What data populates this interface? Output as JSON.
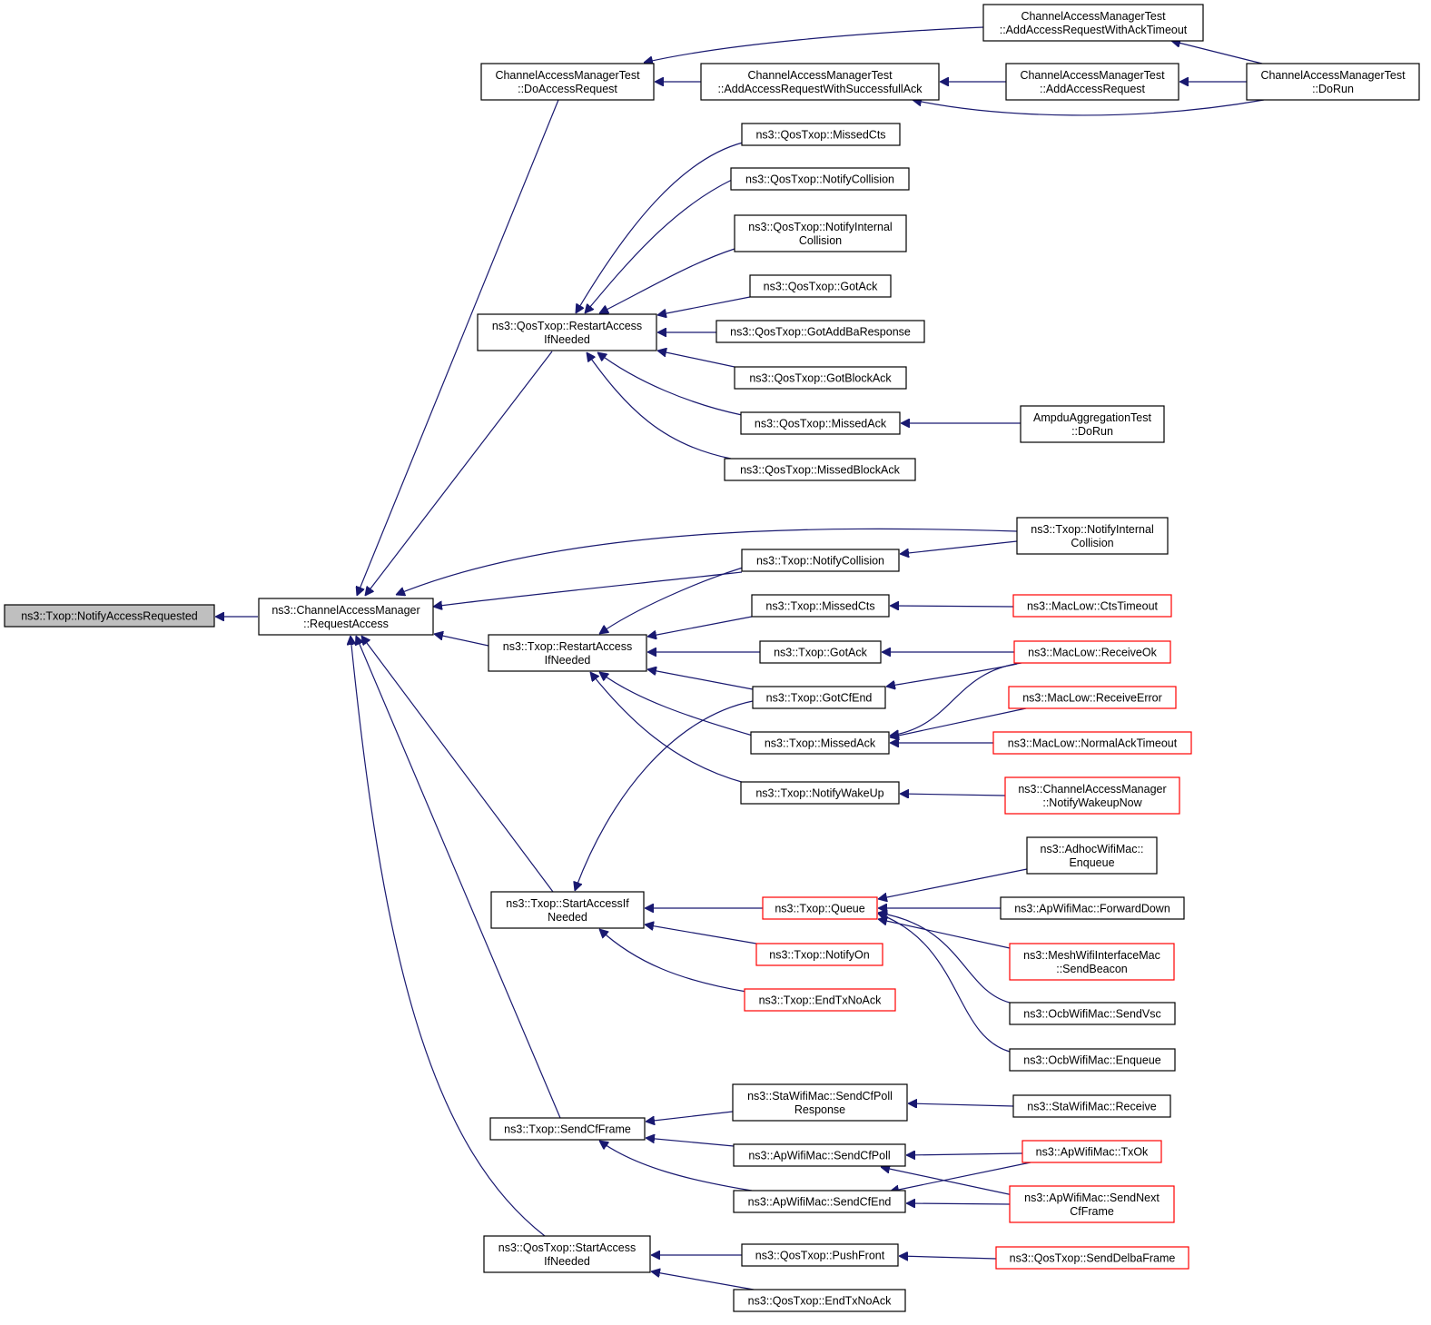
{
  "nodes": {
    "root": [
      "ns3::Txop::NotifyAccessRequested"
    ],
    "cam_req": [
      "ns3::ChannelAccessManager",
      "::RequestAccess"
    ],
    "camt_do": [
      "ChannelAccessManagerTest",
      "::DoAccessRequest"
    ],
    "camt_timeout": [
      "ChannelAccessManagerTest",
      "::AddAccessRequestWithAckTimeout"
    ],
    "camt_success": [
      "ChannelAccessManagerTest",
      "::AddAccessRequestWithSuccessfullAck"
    ],
    "camt_add": [
      "ChannelAccessManagerTest",
      "::AddAccessRequest"
    ],
    "camt_run": [
      "ChannelAccessManagerTest",
      "::DoRun"
    ],
    "q_restart": [
      "ns3::QosTxop::RestartAccess",
      "IfNeeded"
    ],
    "q_missedcts": [
      "ns3::QosTxop::MissedCts"
    ],
    "q_notifycoll": [
      "ns3::QosTxop::NotifyCollision"
    ],
    "q_notifyint": [
      "ns3::QosTxop::NotifyInternal",
      "Collision"
    ],
    "q_gotack": [
      "ns3::QosTxop::GotAck"
    ],
    "q_gotaddba": [
      "ns3::QosTxop::GotAddBaResponse"
    ],
    "q_gotblock": [
      "ns3::QosTxop::GotBlockAck"
    ],
    "q_missedack": [
      "ns3::QosTxop::MissedAck"
    ],
    "ampdu": [
      "AmpduAggregationTest",
      "::DoRun"
    ],
    "q_missedblock": [
      "ns3::QosTxop::MissedBlockAck"
    ],
    "t_notifyint": [
      "ns3::Txop::NotifyInternal",
      "Collision"
    ],
    "t_notifycoll": [
      "ns3::Txop::NotifyCollision"
    ],
    "t_restart": [
      "ns3::Txop::RestartAccess",
      "IfNeeded"
    ],
    "t_missedcts": [
      "ns3::Txop::MissedCts"
    ],
    "ml_ctstimeout": [
      "ns3::MacLow::CtsTimeout"
    ],
    "t_gotack": [
      "ns3::Txop::GotAck"
    ],
    "ml_receiveok": [
      "ns3::MacLow::ReceiveOk"
    ],
    "t_gotcfend": [
      "ns3::Txop::GotCfEnd"
    ],
    "ml_receiveerr": [
      "ns3::MacLow::ReceiveError"
    ],
    "t_missedack": [
      "ns3::Txop::MissedAck"
    ],
    "ml_normalack": [
      "ns3::MacLow::NormalAckTimeout"
    ],
    "t_wakeup": [
      "ns3::Txop::NotifyWakeUp"
    ],
    "cam_wakeup": [
      "ns3::ChannelAccessManager",
      "::NotifyWakeupNow"
    ],
    "adhoc": [
      "ns3::AdhocWifiMac::",
      "Enqueue"
    ],
    "t_startaccess": [
      "ns3::Txop::StartAccessIf",
      "Needed"
    ],
    "t_queue": [
      "ns3::Txop::Queue"
    ],
    "ap_fwd": [
      "ns3::ApWifiMac::ForwardDown"
    ],
    "mesh": [
      "ns3::MeshWifiInterfaceMac",
      "::SendBeacon"
    ],
    "t_notifyon": [
      "ns3::Txop::NotifyOn"
    ],
    "ocb_vsc": [
      "ns3::OcbWifiMac::SendVsc"
    ],
    "t_endtx": [
      "ns3::Txop::EndTxNoAck"
    ],
    "ocb_enq": [
      "ns3::OcbWifiMac::Enqueue"
    ],
    "sta_pollresp": [
      "ns3::StaWifiMac::SendCfPoll",
      "Response"
    ],
    "sta_recv": [
      "ns3::StaWifiMac::Receive"
    ],
    "t_sendcf": [
      "ns3::Txop::SendCfFrame"
    ],
    "ap_sendcfpoll": [
      "ns3::ApWifiMac::SendCfPoll"
    ],
    "ap_txok": [
      "ns3::ApWifiMac::TxOk"
    ],
    "ap_sendcfend": [
      "ns3::ApWifiMac::SendCfEnd"
    ],
    "ap_sendnext": [
      "ns3::ApWifiMac::SendNext",
      "CfFrame"
    ],
    "q_startaccess": [
      "ns3::QosTxop::StartAccess",
      "IfNeeded"
    ],
    "q_pushfront": [
      "ns3::QosTxop::PushFront"
    ],
    "q_senddelba": [
      "ns3::QosTxop::SendDelbaFrame"
    ],
    "q_endtx": [
      "ns3::QosTxop::EndTxNoAck"
    ]
  },
  "style": {
    "edge_color": "#191970",
    "node_border": "#000000",
    "highlight_border": "#ff0000",
    "root_fill": "#bfbfbf",
    "node_fill": "#ffffff"
  }
}
